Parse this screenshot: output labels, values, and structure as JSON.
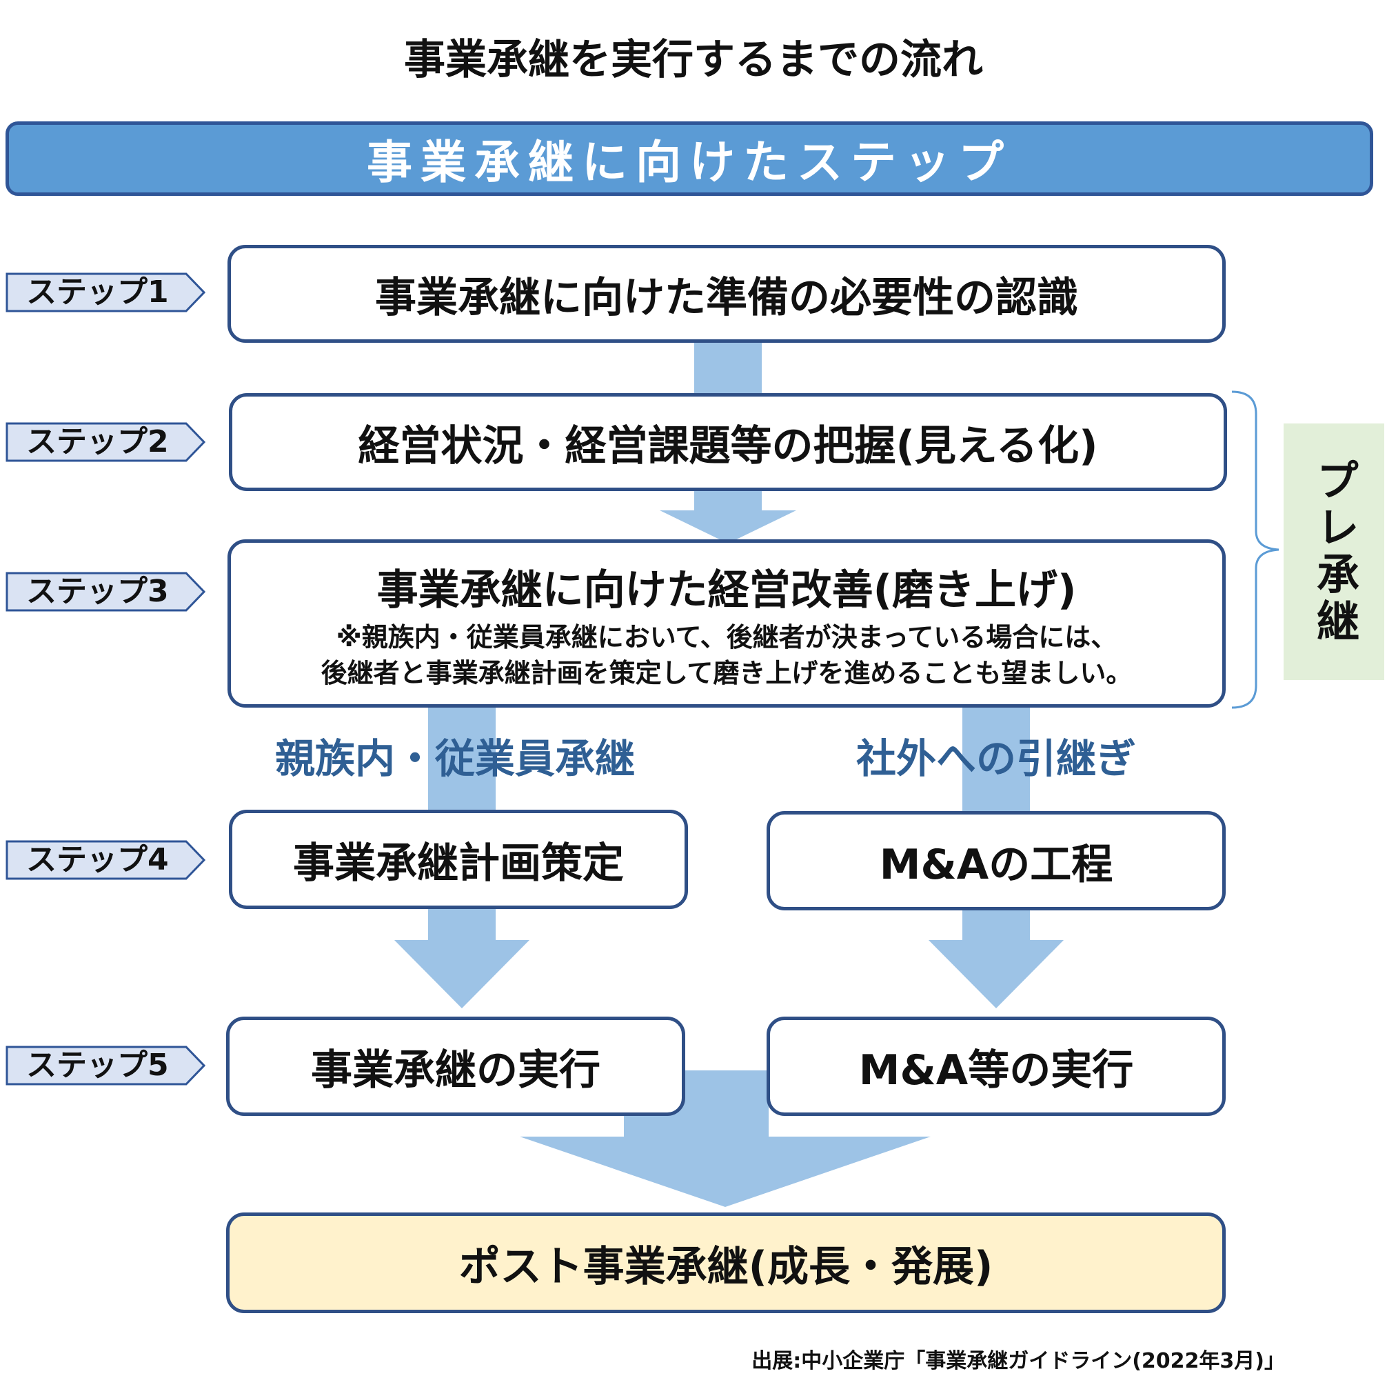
{
  "title": "事業承継を実行するまでの流れ",
  "banner": "事業承継に向けたステップ",
  "steps": [
    {
      "label": "ステップ1",
      "box": "事業承継に向けた準備の必要性の認識"
    },
    {
      "label": "ステップ2",
      "box": "経営状況・経営課題等の把握(見える化)"
    },
    {
      "label": "ステップ3",
      "box": "事業承継に向けた経営改善(磨き上げ)",
      "note_line1": "※親族内・従業員承継において、後継者が決まっている場合には、",
      "note_line2": "後継者と事業承継計画を策定して磨き上げを進めることも望ましい。"
    },
    {
      "label": "ステップ4",
      "left": "事業承継計画策定",
      "right": "M&Aの工程"
    },
    {
      "label": "ステップ5",
      "left": "事業承継の実行",
      "right": "M&A等の実行"
    }
  ],
  "routes": {
    "left": "親族内・従業員承継",
    "right": "社外への引継ぎ"
  },
  "pre_succession": "プレ承継",
  "final": "ポスト事業承継(成長・発展)",
  "source": "出展:中小企業庁「事業承継ガイドライン(2022年3月)」",
  "colors": {
    "banner": "#5b9bd5",
    "arrow": "#9dc3e6",
    "box_border": "#2f4f86",
    "final_fill": "#fff2cc",
    "pre_fill": "#e2efd9",
    "route_text": "#2f5f94"
  }
}
